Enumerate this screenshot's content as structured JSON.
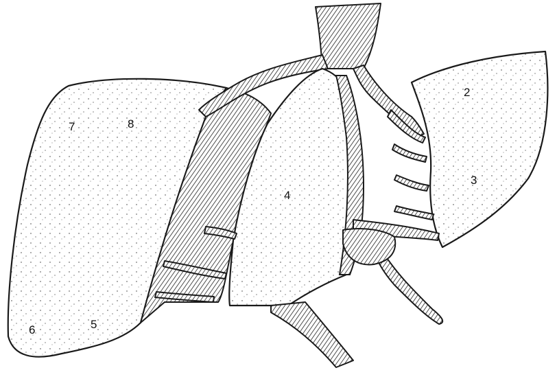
{
  "figure": {
    "segment_labels": [
      {
        "id": "seg-2",
        "text": "2"
      },
      {
        "id": "seg-3",
        "text": "3"
      },
      {
        "id": "seg-4",
        "text": "4"
      },
      {
        "id": "seg-5",
        "text": "5"
      },
      {
        "id": "seg-6",
        "text": "6"
      },
      {
        "id": "seg-7",
        "text": "7"
      },
      {
        "id": "seg-8",
        "text": "8"
      }
    ],
    "colors": {
      "ink": "#1a1a1a",
      "paper": "#ffffff"
    }
  }
}
